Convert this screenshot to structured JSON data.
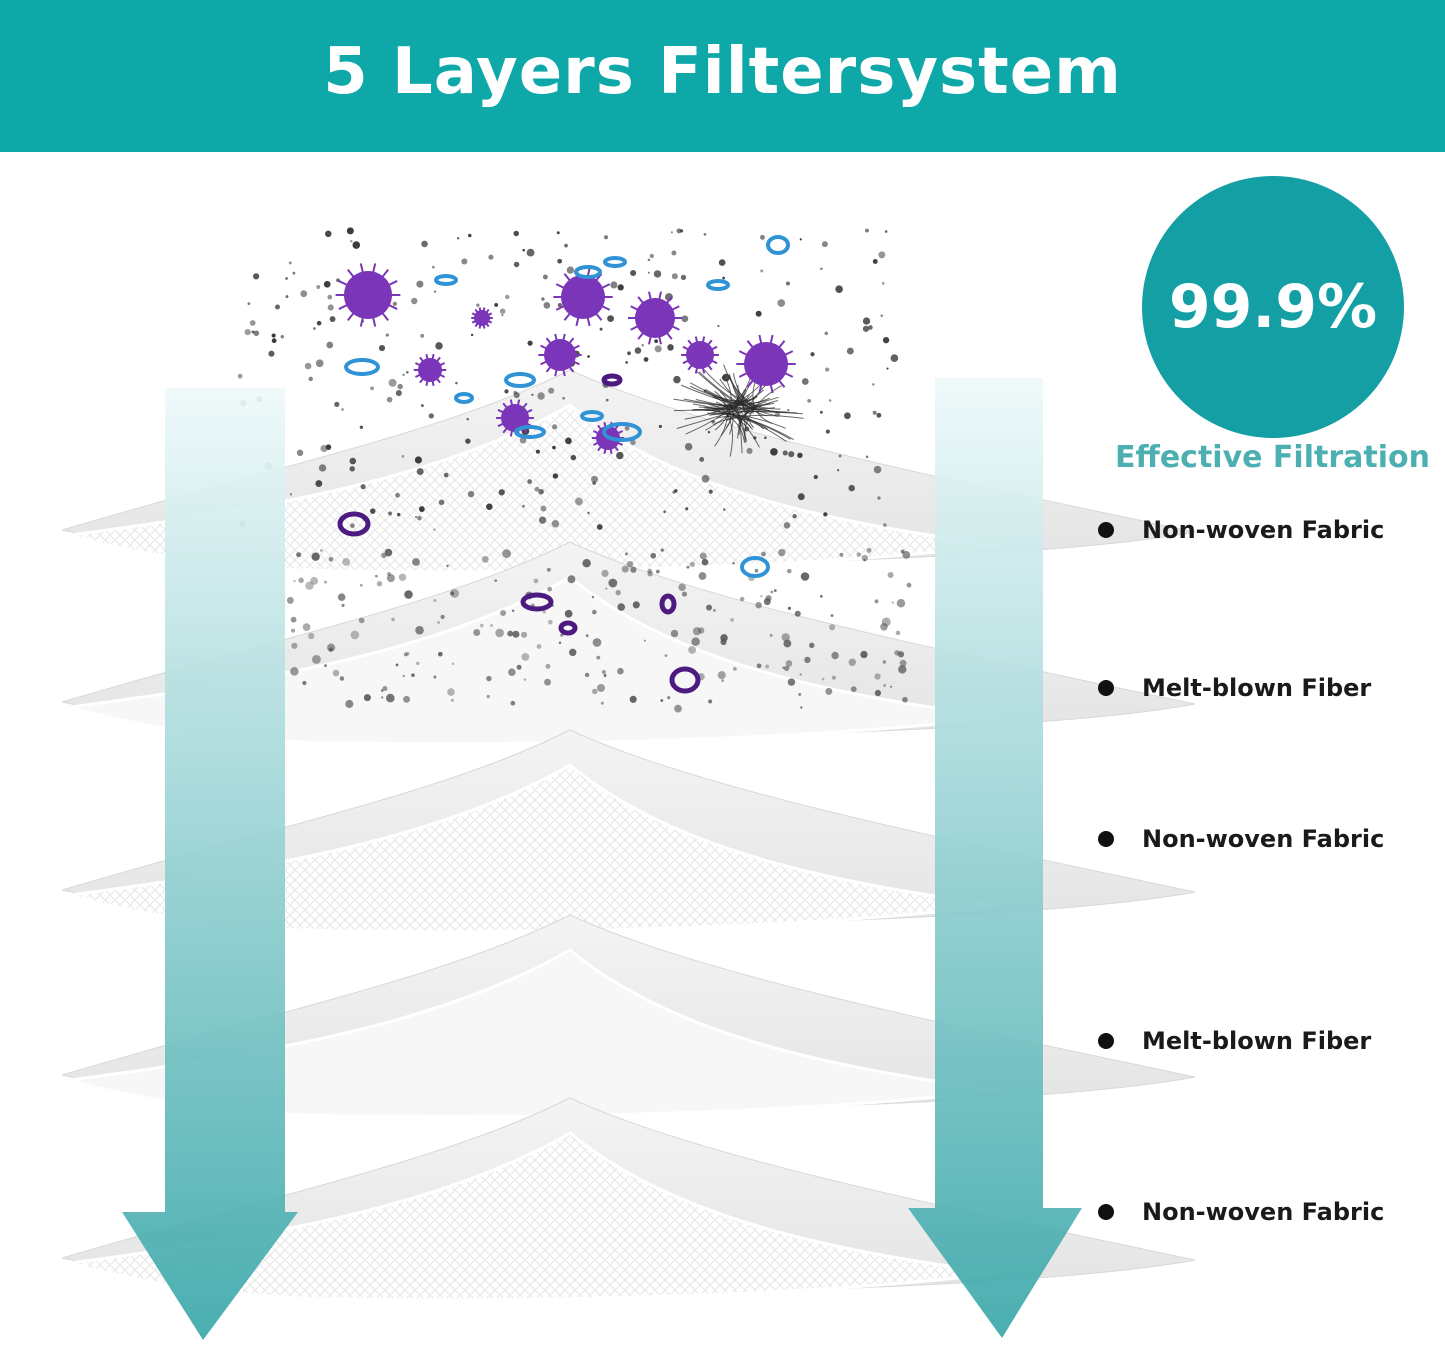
{
  "header": {
    "title": "5 Layers Filtersystem"
  },
  "badge": {
    "value": "99.9%",
    "caption": "Effective Filtration"
  },
  "layers": [
    {
      "label": "Non-woven Fabric"
    },
    {
      "label": "Melt-blown Fiber"
    },
    {
      "label": "Non-woven Fabric"
    },
    {
      "label": "Melt-blown Fiber"
    },
    {
      "label": "Non-woven Fabric"
    }
  ],
  "colors": {
    "accent": "#0fa8a9",
    "badge": "#139fa3",
    "caption": "#4cb0b2",
    "arrow_top": "#eef9fa",
    "arrow_bottom": "#3aa7a9",
    "virus": "#7b35b8",
    "blue_particle": "#2f93d6",
    "purple_ring": "#4c1a80",
    "dust": "#3a3a3a"
  },
  "icons": [
    "virus-icon",
    "particle-ring-icon",
    "dust-particle-icon",
    "hair-clump-icon",
    "down-arrow-icon",
    "bullet-icon"
  ]
}
